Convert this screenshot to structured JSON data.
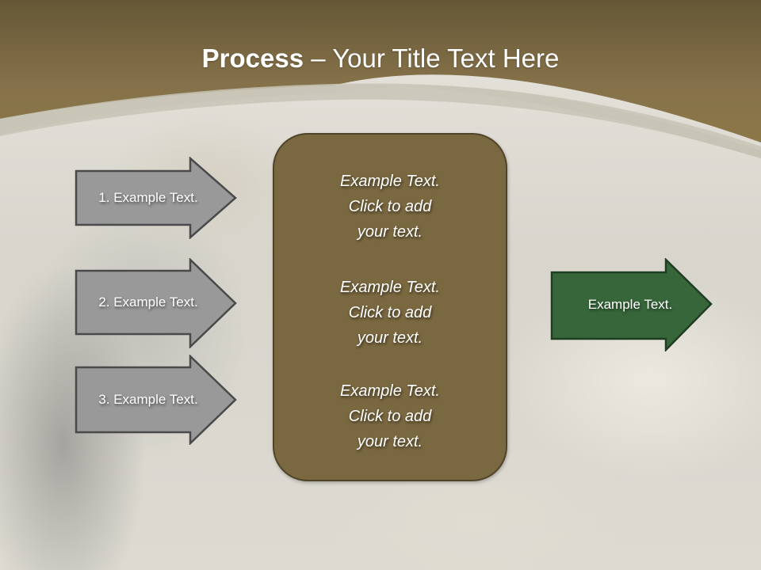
{
  "title": {
    "bold": "Process",
    "rest": " – Your Title Text Here"
  },
  "left_arrows": [
    {
      "label": "1. Example Text."
    },
    {
      "label": "2. Example Text."
    },
    {
      "label": "3. Example Text."
    }
  ],
  "center_box": {
    "blocks": [
      {
        "text": "Example Text.\nClick  to add\nyour text."
      },
      {
        "text": "Example Text.\nClick  to add\nyour text."
      },
      {
        "text": "Example Text.\nClick  to add\nyour text."
      }
    ]
  },
  "output_arrow": {
    "label": "Example Text."
  },
  "colors": {
    "header_top": "#655736",
    "header_bottom": "#8c7748",
    "gray_arrow_fill": "#999999",
    "gray_arrow_border": "#4a4a4a",
    "center_box_fill": "#7a6840",
    "green_arrow_fill": "#37663a",
    "green_arrow_border": "#1f3d20"
  }
}
